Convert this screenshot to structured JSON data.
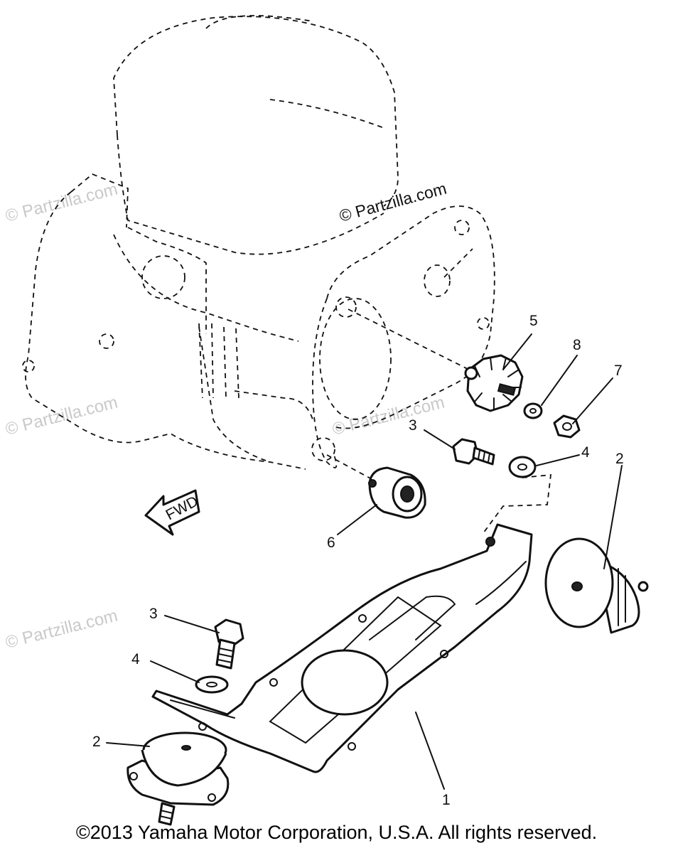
{
  "watermark": {
    "main": "© Partzilla.com",
    "faint": "© Partzilla.com"
  },
  "arrow_label": "FWD",
  "callouts": {
    "n1": "1",
    "n2_right": "2",
    "n2_left": "2",
    "n3_center": "3",
    "n3_left": "3",
    "n4_center": "4",
    "n4_left": "4",
    "n5": "5",
    "n6": "6",
    "n7": "7",
    "n8": "8"
  },
  "footer": {
    "copyright": "©2013 Yamaha Motor Corporation, U.S.A. All rights reserved."
  }
}
